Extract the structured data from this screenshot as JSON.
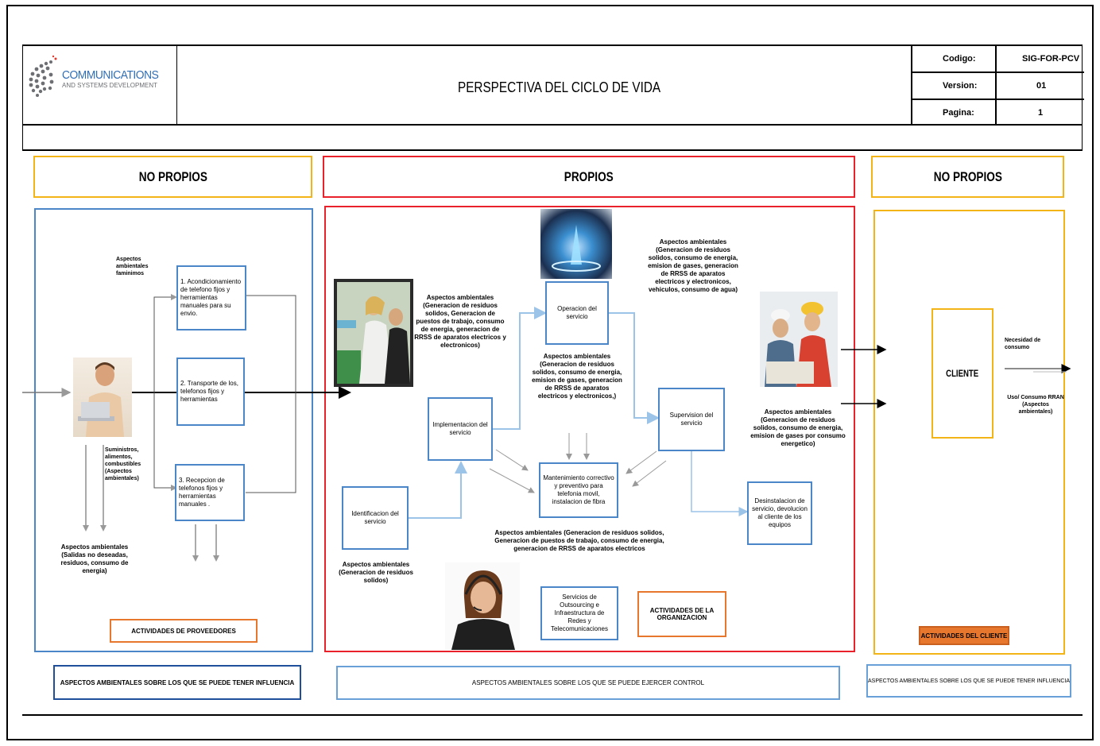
{
  "header": {
    "logo_main": "COMMUNICATIONS",
    "logo_sub": "AND SYSTEMS DEVELOPMENT",
    "title": "PERSPECTIVA DEL CICLO DE VIDA",
    "meta": [
      {
        "label": "Codigo:",
        "value": "SIG-FOR-PCV"
      },
      {
        "label": "Version:",
        "value": "01"
      },
      {
        "label": "Pagina:",
        "value": "1"
      }
    ]
  },
  "lanes": {
    "left_title": "NO PROPIOS",
    "center_title": "PROPIOS",
    "right_title": "NO PROPIOS"
  },
  "left": {
    "aspects_top": "Aspectos ambientales faminimos",
    "box1": "1. Acondicionamiento de telefono fijos y herramientas manuales para su envio.",
    "box2": "2. Transporte de los, telefonos fijos y herramientas",
    "box3": "3. Recepcion de telefonos fijos y herramientas manuales .",
    "supplies": "Suministros, alimentos, combustibles (Aspectos ambientales)",
    "aspects_bottom": "Aspectos ambientales (Salidas no deseadas, residuos, consumo de energia)",
    "badge": "ACTIVIDADES DE PROVEEDORES",
    "footer": "ASPECTOS AMBIENTALES SOBRE LOS QUE SE PUEDE TENER INFLUENCIA"
  },
  "center": {
    "aspects_left": "Aspectos ambientales (Generacion de residuos solidos, Generacion de puestos de trabajo, consumo de energia, generacion de RRSS de aparatos electricos y electronicos)",
    "aspects_top_right": "Aspectos ambientales (Generacion de residuos solidos, consumo de energia, emision de gases, generacion de RRSS de aparatos electricos y electronicos, vehiculos, consumo de agua)",
    "operacion": "Operacion del servicio",
    "aspects_mid": "Aspectos ambientales (Generacion de residuos solidos, consumo de energia, emision de gases, generacion de RRSS de aparatos electricos y electronicos,)",
    "implementacion": "Implementacion del servicio",
    "supervision": "Supervision del servicio",
    "aspects_right": "Aspectos ambientales (Generacion de residuos solidos, consumo de energia, emision de gases por consumo energetico)",
    "mantenimiento": "Mantenimiento correctivo y preventivo para telefonia movil, instalacion de fibra",
    "identificacion": "Identificacion del servicio",
    "desinstalacion": "Desinstalacion de servicio, devolucion al cliente de los equipos",
    "aspects_bottom": "Aspectos ambientales (Generacion de residuos solidos, Generacion de puestos de trabajo, consumo de energia, generacion de RRSS de aparatos electricos",
    "aspects_ident": "Aspectos ambientales (Generacion de residuos solidos)",
    "outsourcing": "Servicios de Outsourcing e Infraestructura de Redes y Telecomunicaciones",
    "badge": "ACTIVIDADES DE LA ORGANIZACION",
    "footer": "ASPECTOS AMBIENTALES SOBRE LOS QUE SE PUEDE EJERCER CONTROL"
  },
  "right": {
    "cliente": "CLIENTE",
    "need": "Necesidad de consumo",
    "use": "Uso/ Consumo RRAN (Aspectos ambientales)",
    "badge": "ACTIVIDADES DEL CLIENTE",
    "footer": "ASPECTOS AMBIENTALES SOBRE LOS QUE SE PUEDE TENER INFLUENCIA"
  },
  "colors": {
    "lane_yellow": "#f2b417",
    "lane_red": "#e8212a",
    "box_blue": "#4a86c8",
    "badge_orange": "#e8772e",
    "badge_fill": "#e8772e"
  }
}
